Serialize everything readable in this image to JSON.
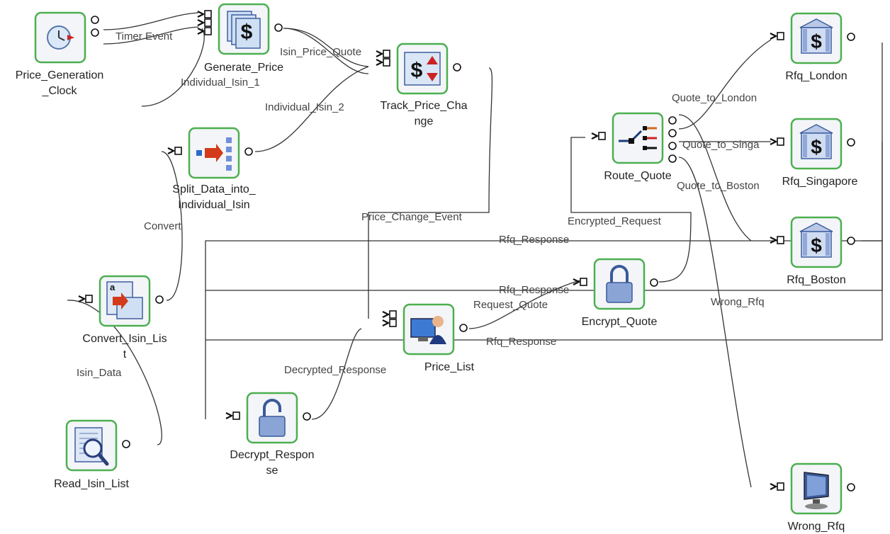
{
  "colors": {
    "node_border": "#4caf50",
    "node_fill": "#f3f5f8",
    "wire": "#333333",
    "label": "#222222",
    "wire_label": "#444444"
  },
  "nodes": [
    {
      "id": "price_generation_clock",
      "label": [
        "Price_Generation",
        "_Clock"
      ],
      "icon": "clock-icon"
    },
    {
      "id": "generate_price",
      "label": [
        "Generate_Price"
      ],
      "icon": "price-documents-icon"
    },
    {
      "id": "track_price_change",
      "label": [
        "Track_Price_Cha",
        "nge"
      ],
      "icon": "price-change-icon"
    },
    {
      "id": "split_data",
      "label": [
        "Split_Data_into_",
        "Individual_Isin"
      ],
      "icon": "split-icon"
    },
    {
      "id": "convert_isin_list",
      "label": [
        "Convert_Isin_Lis",
        "t"
      ],
      "icon": "convert-icon"
    },
    {
      "id": "read_isin_list",
      "label": [
        "Read_Isin_List"
      ],
      "icon": "magnifier-document-icon"
    },
    {
      "id": "decrypt_response",
      "label": [
        "Decrypt_Respon",
        "se"
      ],
      "icon": "unlocked-padlock-icon"
    },
    {
      "id": "price_list",
      "label": [
        "Price_List"
      ],
      "icon": "person-at-computer-icon"
    },
    {
      "id": "encrypt_quote",
      "label": [
        "Encrypt_Quote"
      ],
      "icon": "locked-padlock-icon"
    },
    {
      "id": "route_quote",
      "label": [
        "Route_Quote"
      ],
      "icon": "router-switch-icon"
    },
    {
      "id": "rfq_london",
      "label": [
        "Rfq_London"
      ],
      "icon": "bank-icon"
    },
    {
      "id": "rfq_singapore",
      "label": [
        "Rfq_Singapore"
      ],
      "icon": "bank-icon"
    },
    {
      "id": "rfq_boston",
      "label": [
        "Rfq_Boston"
      ],
      "icon": "bank-icon"
    },
    {
      "id": "wrong_rfq",
      "label": [
        "Wrong_Rfq"
      ],
      "icon": "monitor-icon"
    }
  ],
  "wire_labels": [
    "Timer Event",
    "Individual_Isin_1",
    "Isin_Price_Quote",
    "Individual_Isin_2",
    "Convert",
    "Isin_Data",
    "Price_Change_Event",
    "Quote_to_London",
    "Quote_to_Singa",
    "Quote_to_Boston",
    "Encrypted_Request",
    "Rfq_Response",
    "Rfq_Response",
    "Request_Quote",
    "Wrong_Rfq",
    "Rfq_Response",
    "Decrypted_Response"
  ]
}
